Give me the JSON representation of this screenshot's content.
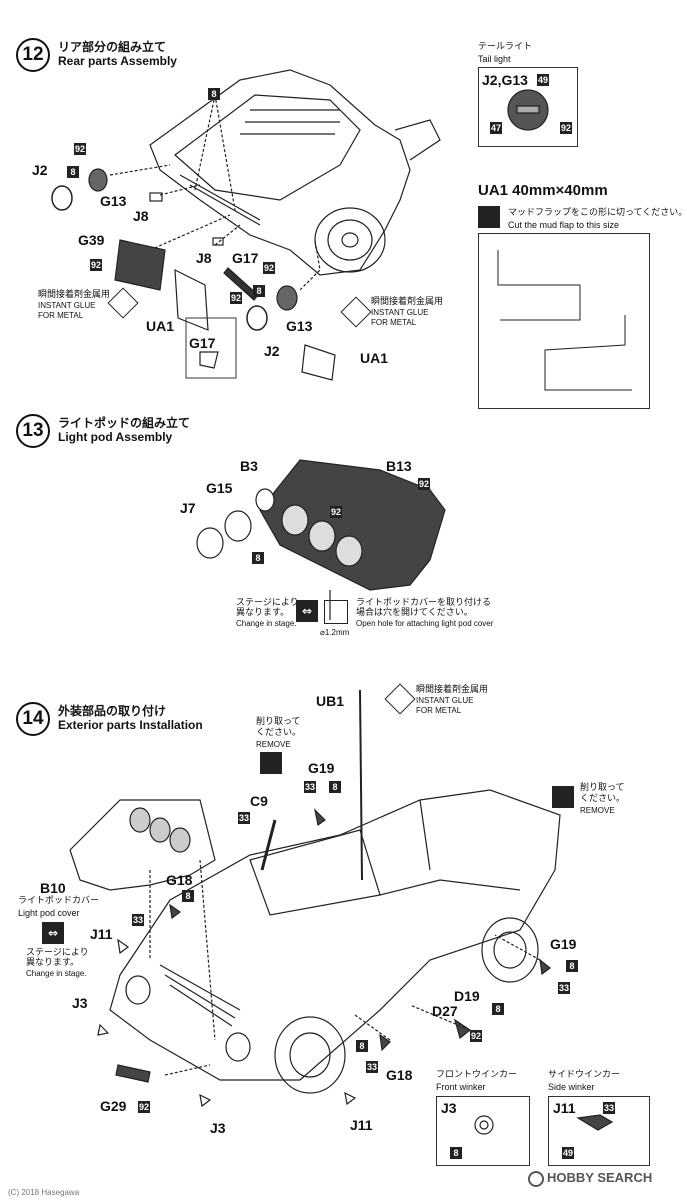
{
  "step12": {
    "num": "12",
    "title_jp": "リア部分の組み立て",
    "title_en": "Rear parts Assembly"
  },
  "step13": {
    "num": "13",
    "title_jp": "ライトポッドの組み立て",
    "title_en": "Light pod Assembly"
  },
  "step14": {
    "num": "14",
    "title_jp": "外装部品の取り付け",
    "title_en": "Exterior parts Installation"
  },
  "taillight": {
    "jp": "テールライト",
    "en": "Tail light",
    "parts": "J2,G13",
    "c1": "49",
    "c2": "47",
    "c3": "92"
  },
  "ua1": {
    "title": "UA1  40mm×40mm",
    "jp": "マッドフラップをこの形に切ってください。",
    "en": "Cut the mud flap to this size"
  },
  "glue": {
    "jp": "瞬間接着剤金属用",
    "en1": "INSTANT GLUE",
    "en2": "FOR METAL"
  },
  "stage": {
    "jp1": "ステージにより",
    "jp2": "異なります。",
    "en": "Change in stage."
  },
  "hole": {
    "jp1": "ライトポッドカバーを取り付ける",
    "jp2": "場合は穴を開けてください。",
    "en": "Open hole for attaching light pod cover",
    "dia": "⌀1.2mm"
  },
  "remove": {
    "jp1": "削り取って",
    "jp2": "ください。",
    "en": "REMOVE"
  },
  "lightpodcover": {
    "jp": "ライトポッドカバー",
    "en": "Light pod cover"
  },
  "frontwinker": {
    "jp": "フロントウインカー",
    "en": "Front winker",
    "part": "J3",
    "c": "8"
  },
  "sidewinker": {
    "jp": "サイドウインカー",
    "en": "Side winker",
    "part": "J11",
    "c1": "33",
    "c2": "49"
  },
  "labels": {
    "J2": "J2",
    "G13": "G13",
    "J8": "J8",
    "G39": "G39",
    "G17": "G17",
    "UA1": "UA1",
    "B3": "B3",
    "B13": "B13",
    "G15": "G15",
    "J7": "J7",
    "UB1": "UB1",
    "G19": "G19",
    "C9": "C9",
    "B10": "B10",
    "G18": "G18",
    "J11": "J11",
    "J3": "J3",
    "D19": "D19",
    "D27": "D27",
    "G29": "G29"
  },
  "codes": {
    "c8": "8",
    "c92": "92",
    "c33": "33"
  },
  "watermark": "HOBBY SEARCH",
  "copyright": "(C) 2018 Hasegawa"
}
